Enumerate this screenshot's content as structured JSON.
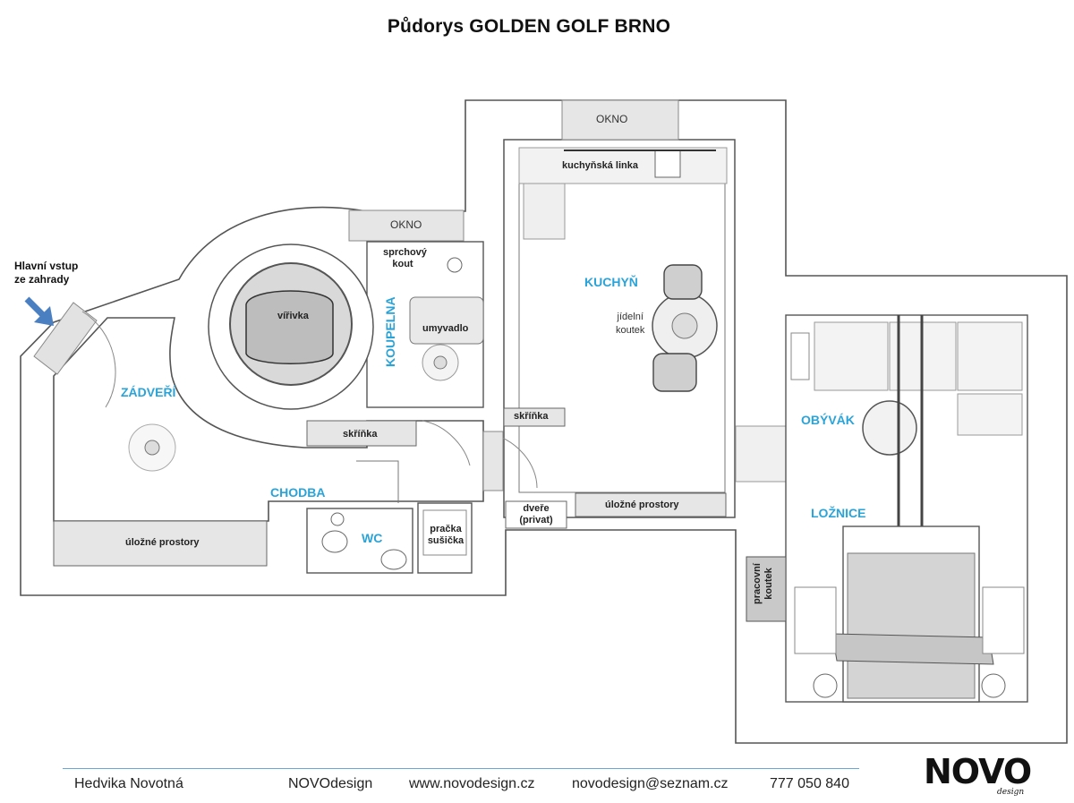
{
  "title": "Půdorys GOLDEN GOLF BRNO",
  "entrance": {
    "line1": "Hlavní vstup",
    "line2": "ze zahrady"
  },
  "rooms": {
    "zadveri": "ZÁDVEŘÍ",
    "chodba": "CHODBA",
    "koupelna": "KOUPELNA",
    "wc": "WC",
    "kuchyn": "KUCHYŇ",
    "obyvak": "OBÝVÁK",
    "loznice": "LOŽNICE"
  },
  "labels": {
    "okno": "OKNO",
    "kuchynska_linka": "kuchyňská linka",
    "sprchovy_line1": "sprchový",
    "sprchovy_line2": "kout",
    "virivka": "vířivka",
    "umyvadlo": "umyvadlo",
    "jidelni_line1": "jídelní",
    "jidelni_line2": "koutek",
    "skrinka": "skříňka",
    "ulozne_prostory": "úložné prostory",
    "dvere_line1": "dveře",
    "dvere_line2": "(privat)",
    "pracka_line1": "pračka",
    "pracka_line2": "sušička",
    "pracovni_line1": "pracovní",
    "pracovni_line2": "koutek"
  },
  "footer": {
    "name": "Hedvika Novotná",
    "company": "NOVOdesign",
    "web": "www.novodesign.cz",
    "email": "novodesign@seznam.cz",
    "phone": "777 050 840"
  },
  "logo": {
    "text": "NOVO",
    "sub": "design"
  },
  "colors": {
    "room_label": "#2aa3d8",
    "wall": "#555555",
    "furniture": "#d9d9d9",
    "footer_line": "#6aa6d6",
    "arrow": "#4a7fc1"
  }
}
